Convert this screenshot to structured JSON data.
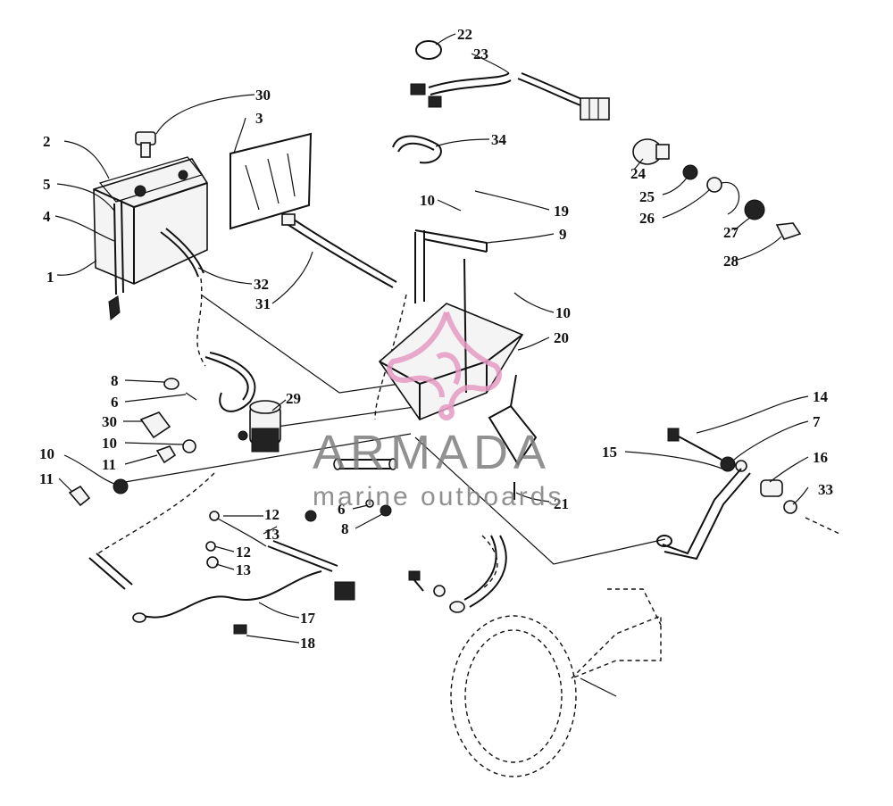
{
  "diagram": {
    "callouts": [
      "1",
      "2",
      "3",
      "4",
      "5",
      "6",
      "7",
      "8",
      "9",
      "10",
      "11",
      "12",
      "13",
      "14",
      "15",
      "16",
      "17",
      "18",
      "19",
      "20",
      "21",
      "22",
      "23",
      "24",
      "25",
      "26",
      "27",
      "28",
      "29",
      "30",
      "31",
      "32",
      "33",
      "34"
    ]
  },
  "watermark": {
    "title": "ARMADA",
    "subtitle": "marine outboards"
  },
  "colors": {
    "line": "#111111",
    "watermark_text": "#7e7e7e",
    "watermark_logo": "#e59ac2"
  }
}
